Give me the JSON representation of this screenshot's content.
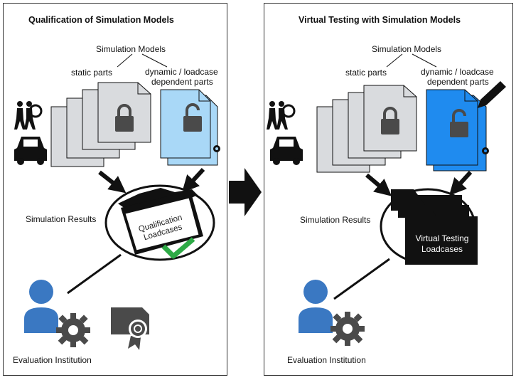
{
  "left_panel": {
    "title": "Qualification of Simulation Models",
    "sim_models_label": "Simulation Models",
    "static_label": "static parts",
    "dynamic_label_line1": "dynamic / loadcase",
    "dynamic_label_line2": "dependent parts",
    "folder_label_line1": "Qualification",
    "folder_label_line2": "Loadcases",
    "results_label": "Simulation Results",
    "institution_label": "Evaluation Institution"
  },
  "right_panel": {
    "title": "Virtual Testing with Simulation Models",
    "sim_models_label": "Simulation Models",
    "static_label": "static parts",
    "dynamic_label_line1": "dynamic / loadcase",
    "dynamic_label_line2": "dependent parts",
    "folder_label_line1": "Virtual Testing",
    "folder_label_line2": "Loadcases",
    "results_label": "Simulation Results",
    "institution_label": "Evaluation Institution"
  },
  "colors": {
    "doc_gray": "#d9dbde",
    "doc_light_blue": "#a9d8f7",
    "doc_blue": "#1f8bef",
    "person_blue": "#3a78c2",
    "check_green": "#2eaa46",
    "icon_dark": "#4a4a4a"
  }
}
